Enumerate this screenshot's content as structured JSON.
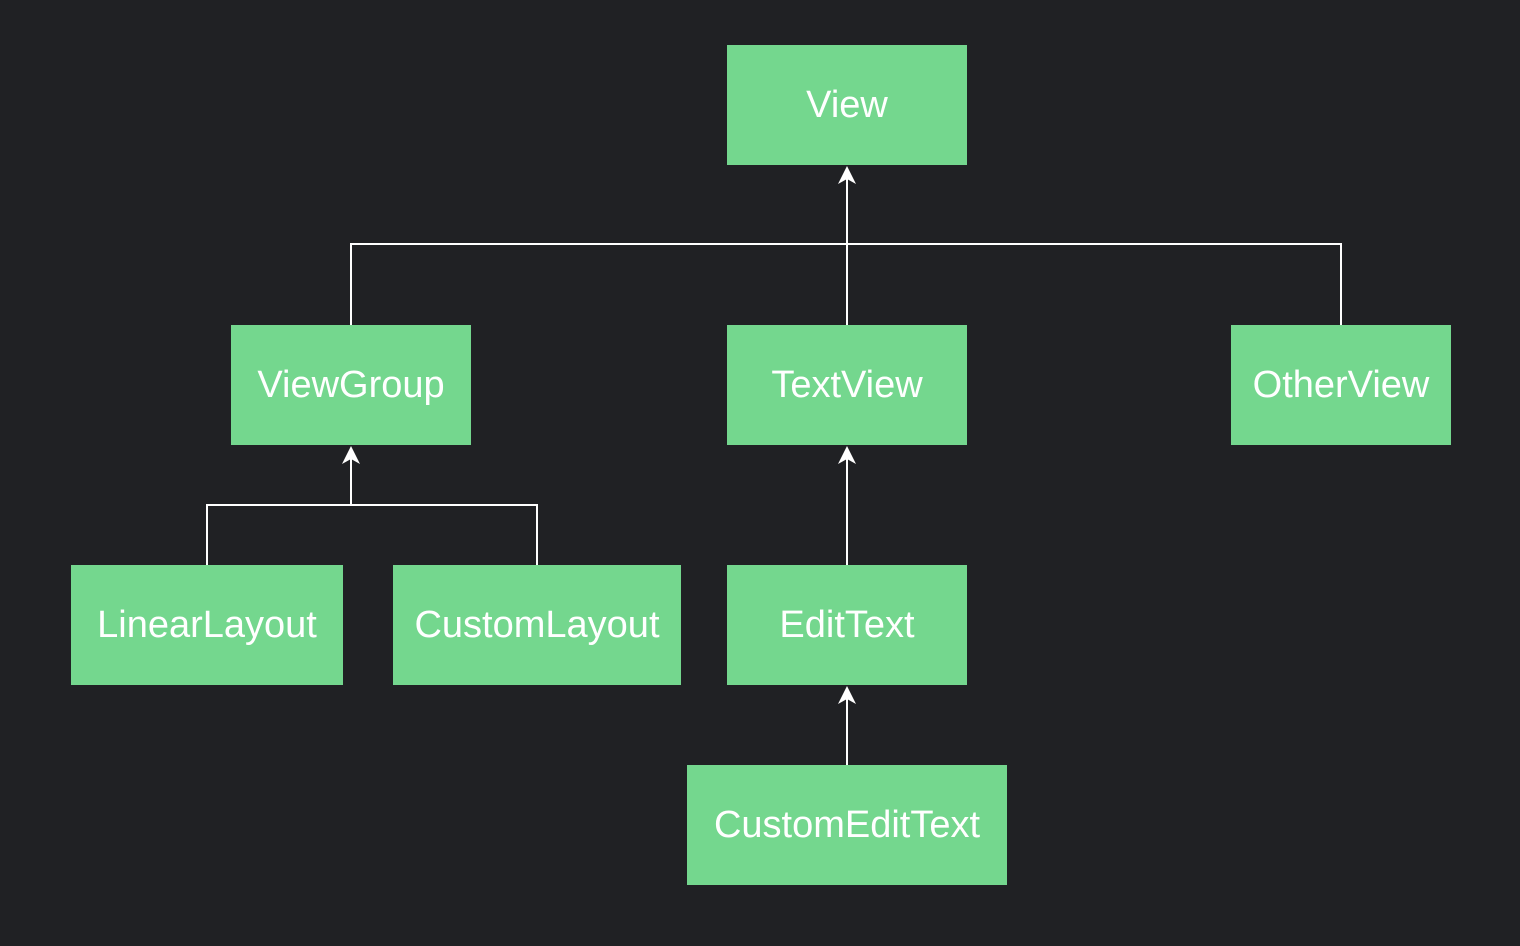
{
  "colors": {
    "background": "#202124",
    "node_fill": "#74d78e",
    "node_text": "#ffffff",
    "edge": "#ffffff"
  },
  "nodes": {
    "view": "View",
    "viewgroup": "ViewGroup",
    "textview": "TextView",
    "otherview": "OtherView",
    "linearlayout": "LinearLayout",
    "customlayout": "CustomLayout",
    "edittext": "EditText",
    "customedittext": "CustomEditText"
  },
  "edges": [
    {
      "from": "viewgroup",
      "to": "view"
    },
    {
      "from": "textview",
      "to": "view"
    },
    {
      "from": "otherview",
      "to": "view"
    },
    {
      "from": "linearlayout",
      "to": "viewgroup"
    },
    {
      "from": "customlayout",
      "to": "viewgroup"
    },
    {
      "from": "edittext",
      "to": "textview"
    },
    {
      "from": "customedittext",
      "to": "edittext"
    }
  ]
}
